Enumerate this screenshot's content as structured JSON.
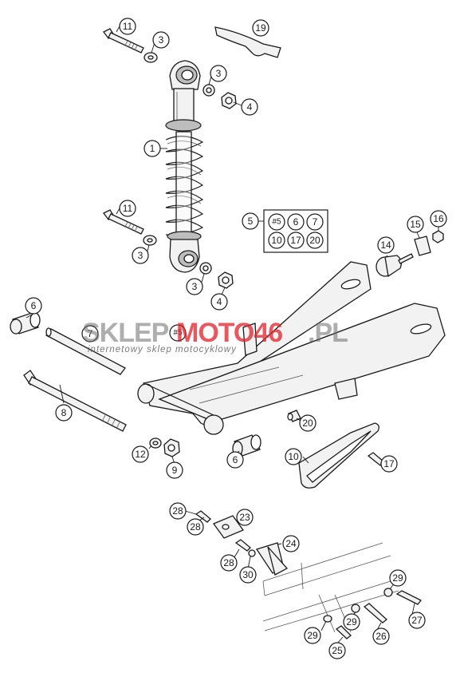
{
  "watermark": {
    "part1": "SKLEP",
    "part2": "MOTO46",
    "part3": ".PL",
    "subtitle": "internetowy sklep motocyklowy",
    "brand_color": "#e0202a"
  },
  "callouts": {
    "c1": "1",
    "c3a": "3",
    "c3b": "3",
    "c3c": "3",
    "c3d": "3",
    "c4a": "4",
    "c4b": "4",
    "c5": "5",
    "c6a": "6",
    "c6b": "6",
    "c7": "7",
    "c8": "8",
    "c9": "9",
    "c10": "10",
    "c11a": "11",
    "c11b": "11",
    "c12": "12",
    "c14": "14",
    "c15": "15",
    "c16": "16",
    "c17": "17",
    "c19": "19",
    "c20": "20",
    "c23": "23",
    "c24": "24",
    "c25": "25",
    "c26": "26",
    "c27": "27",
    "c28a": "28",
    "c28b": "28",
    "c28c": "28",
    "c29a": "29",
    "c29b": "29",
    "c29c": "29",
    "c30": "30",
    "cHashA": "#5",
    "cHashB": "#5"
  },
  "kit_box": {
    "ref": "5",
    "items": [
      "#5",
      "6",
      "7",
      "10",
      "17",
      "20"
    ]
  }
}
